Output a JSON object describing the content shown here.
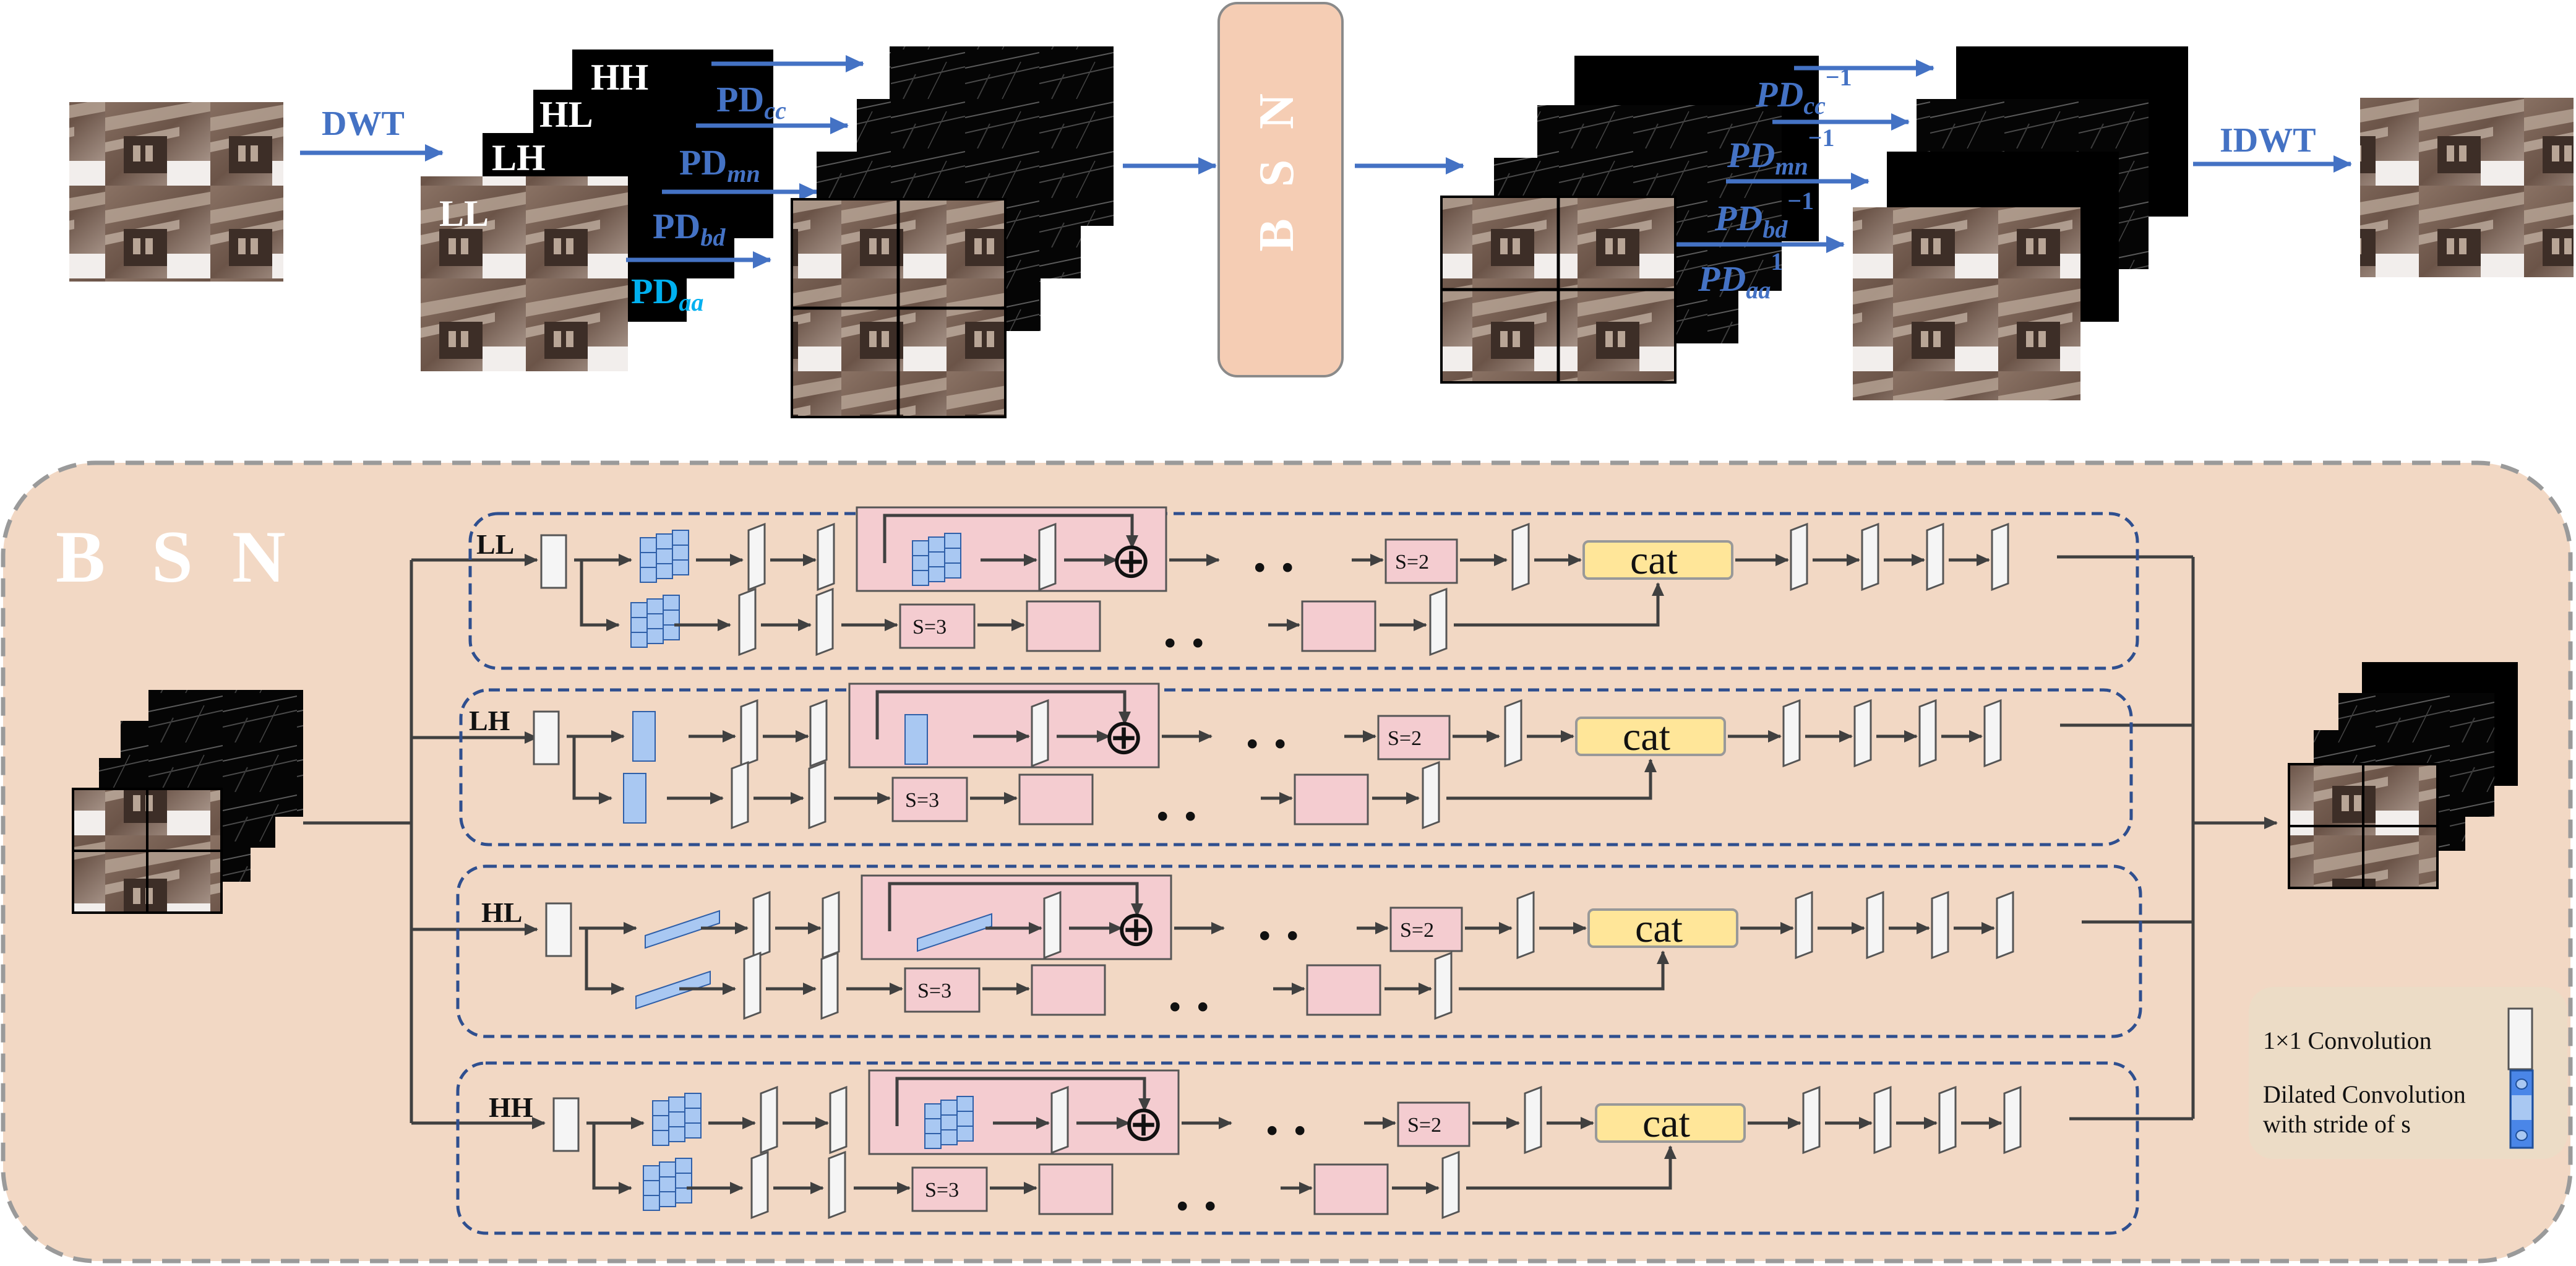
{
  "top": {
    "dwt_label": "DWT",
    "idwt_label": "IDWT",
    "bsn_letters": [
      "B",
      "S",
      "N"
    ],
    "subbands": [
      "HH",
      "HL",
      "LH",
      "LL"
    ],
    "pd_forward": [
      {
        "base": "PD",
        "sub": "cc"
      },
      {
        "base": "PD",
        "sub": "mn"
      },
      {
        "base": "PD",
        "sub": "bd"
      },
      {
        "base": "PD",
        "sub": "aa"
      }
    ],
    "pd_inverse": [
      {
        "base": "PD",
        "sub": "cc",
        "sup": "−1"
      },
      {
        "base": "PD",
        "sub": "mn",
        "sup": "−1"
      },
      {
        "base": "PD",
        "sub": "bd",
        "sup": "−1"
      },
      {
        "base": "PD",
        "sub": "aa",
        "sup": "1"
      }
    ]
  },
  "bsn_panel": {
    "title_letters": [
      "B",
      "S",
      "N"
    ],
    "branches": [
      {
        "label": "LL",
        "s2": "S=2",
        "s3": "S=3",
        "cat": "cat",
        "ellipsis": ". ."
      },
      {
        "label": "LH",
        "s2": "S=2",
        "s3": "S=3",
        "cat": "cat",
        "ellipsis": ". ."
      },
      {
        "label": "HL",
        "s2": "S=2",
        "s3": "S=3",
        "cat": "cat",
        "ellipsis": ". ."
      },
      {
        "label": "HH",
        "s2": "S=2",
        "s3": "S=3",
        "cat": "cat",
        "ellipsis": ". ."
      }
    ],
    "plus_symbol": "⊕"
  },
  "legend": {
    "conv1x1": "1×1 Convolution",
    "dilated_line1": "Dilated Convolution",
    "dilated_line2": "with stride of s"
  },
  "colors": {
    "arrow_blue": "#4472c4",
    "panel_bg": "#f2d8c4",
    "bsn_box": "#f5cdb4",
    "branch_border": "#2f4f8f",
    "pink_block": "#f4ccd0",
    "cat_fill": "#ffe699",
    "dark_arrow": "#404040"
  }
}
